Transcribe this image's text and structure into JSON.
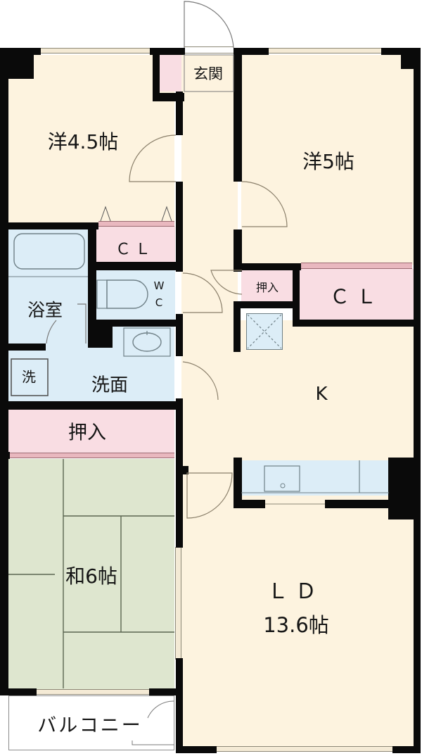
{
  "floor_plan": {
    "rooms": {
      "western_room_a": {
        "label": "洋4.5帖",
        "type": "western",
        "size_jo": 4.5
      },
      "western_room_b": {
        "label": "洋5帖",
        "type": "western",
        "size_jo": 5
      },
      "entrance": {
        "label": "玄関"
      },
      "closet_a": {
        "label": "ＣＬ"
      },
      "closet_b": {
        "label": "ＣＬ"
      },
      "bathroom": {
        "label": "浴室"
      },
      "toilet": {
        "label_w": "W",
        "label_c": "C"
      },
      "washroom": {
        "label": "洗面"
      },
      "washer_space": {
        "label": "洗"
      },
      "oshiire_a": {
        "label": "押入"
      },
      "oshiire_b": {
        "label": "押入"
      },
      "kitchen": {
        "label": "K"
      },
      "japanese_room": {
        "label": "和6帖",
        "type": "tatami",
        "size_jo": 6
      },
      "living_dining": {
        "label_line1": "ＬＤ",
        "label_line2": "13.6帖",
        "size_jo": 13.6
      },
      "balcony": {
        "label": "バルコニー"
      }
    },
    "colors": {
      "western_floor": "#fdf3df",
      "storage": "#f9dde3",
      "wet_area": "#dcedf7",
      "tatami": "#dee6cf",
      "wall": "#0a0a0a"
    }
  }
}
